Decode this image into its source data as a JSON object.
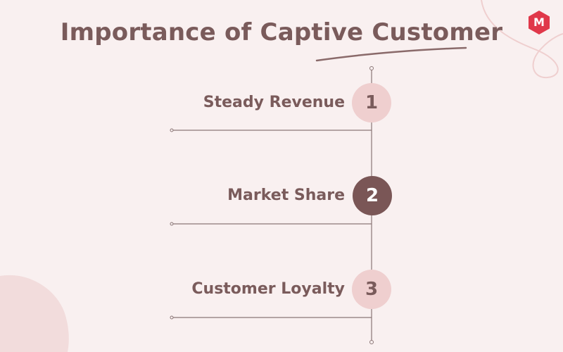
{
  "title": "Importance of Captive Customer",
  "logo": {
    "letter": "M",
    "icon": "brand-hexagon-logo",
    "color": "#e0384a"
  },
  "steps": [
    {
      "number": "1",
      "label": "Steady Revenue",
      "style": "light"
    },
    {
      "number": "2",
      "label": "Market Share",
      "style": "dark"
    },
    {
      "number": "3",
      "label": "Customer Loyalty",
      "style": "light"
    }
  ],
  "colors": {
    "background": "#f9f0f0",
    "text": "#7a5b5b",
    "badge_light": "#efcfcf",
    "badge_dark": "#7a5656",
    "line": "#8a7676",
    "decor": "#f2dcdc"
  }
}
